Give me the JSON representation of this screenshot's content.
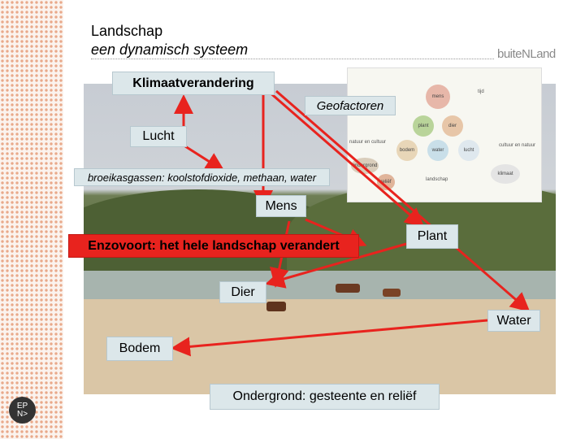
{
  "slide": {
    "title_line1": "Landschap",
    "title_line2": "een dynamisch systeem",
    "brand": "buiteNLand",
    "logo_line1": "EP",
    "logo_line2": "N>"
  },
  "boxes": {
    "klimaat": "Klimaatverandering",
    "geofactoren": "Geofactoren",
    "lucht": "Lucht",
    "broeikas": "broeikasgassen: koolstofdioxide, methaan, water",
    "mens": "Mens",
    "enzovoort": "Enzovoort: het hele landschap verandert",
    "plant": "Plant",
    "dier": "Dier",
    "water": "Water",
    "bodem": "Bodem",
    "ondergrond": "Ondergrond: gesteente en reliëf"
  },
  "diagram": {
    "nodes": [
      "mens",
      "plant",
      "dier",
      "bodem",
      "water",
      "lucht",
      "ondergrond",
      "reliëf",
      "klimaat"
    ],
    "labels": [
      "landschap",
      "tijd",
      "natuur en cultuur",
      "cultuur en natuur"
    ]
  },
  "colors": {
    "arrow": "#e8231e",
    "box": "#dce7ea",
    "red_box": "#e8231e"
  }
}
